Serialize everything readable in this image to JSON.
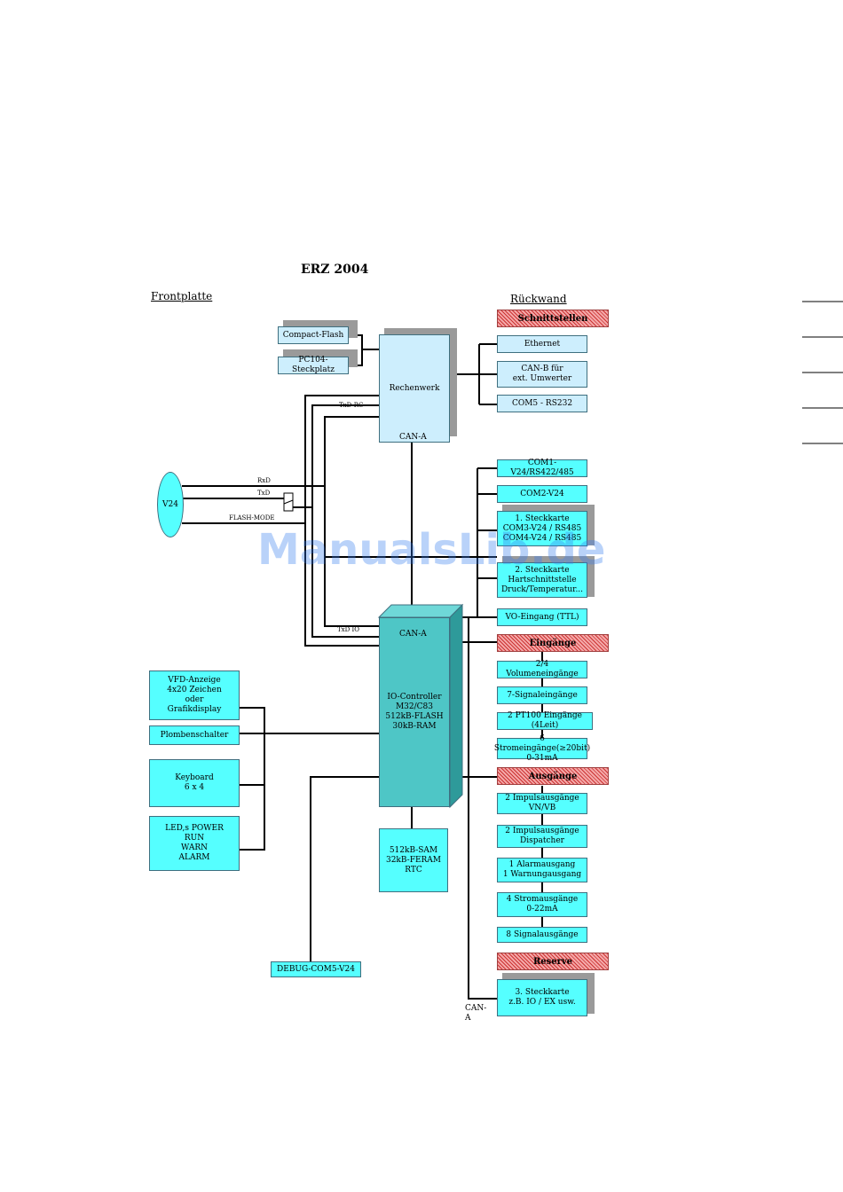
{
  "title": "ERZ 2004",
  "headers": {
    "front": "Frontplatte",
    "rear": "Rückwand"
  },
  "sections": {
    "interfaces": "Schnittstellen",
    "inputs": "Eingänge",
    "outputs": "Ausgänge",
    "reserve": "Reserve"
  },
  "blocks": {
    "compact_flash": "Compact-Flash",
    "pc104": "PC104-Steckplatz",
    "rechenwerk": "Rechenwerk",
    "rechenwerk_can": "CAN-A",
    "ethernet": "Ethernet",
    "can_b": "CAN-B für\next. Umwerter",
    "com5": "COM5 - RS232",
    "com1": "COM1-V24/RS422/485",
    "com2": "COM2-V24",
    "card1": "1. Steckkarte\nCOM3-V24 / RS485\nCOM4-V24 / RS485",
    "card2": "2. Steckkarte\nHartschnittstelle\nDruck/Temperatur...",
    "vo_input": "VO-Eingang (TTL)",
    "in_vol": "2/4 Volumeneingänge",
    "in_sig": "7-Signaleingänge",
    "in_pt100": "2 PT100 Eingänge (4Leit)",
    "in_strom": "6 Stromeingänge(≥20bit)\n0-31mA",
    "out_imp1": "2 Impulsausgänge\nVN/VB",
    "out_imp2": "2 Impulsausgänge\nDispatcher",
    "out_alarm": "1 Alarmausgang\n1 Warnungausgang",
    "out_strom": "4 Stromausgänge\n0-22mA",
    "out_sig": "8 Signalausgänge",
    "card3": "3. Steckkarte\nz.B. IO / EX usw.",
    "io_can": "CAN-A",
    "io_controller": "IO-Controller\nM32/C83\n512kB-FLASH\n30kB-RAM",
    "sram": "512kB-SAM\n32kB-FERAM\nRTC",
    "vfd": "VFD-Anzeige\n4x20 Zeichen\noder\nGrafikdisplay",
    "plomben": "Plombenschalter",
    "keyboard": "Keyboard\n6 x 4",
    "leds": "LED,s POWER\nRUN\nWARN\nALARM",
    "debug": "DEBUG-COM5-V24",
    "v24": "V24"
  },
  "signals": {
    "txd_rc": "TxD-RC",
    "rxd": "RxD",
    "txd": "TxD",
    "flash_mode": "FLASH-MODE",
    "txd_io": "TxD IO",
    "can_a_bottom": "CAN-\nA"
  },
  "watermark": "ManualsLib.de",
  "colors": {
    "light": "#cdeefd",
    "cyan": "#55ffff",
    "teal": "#4ec6c6",
    "hatch": "#f4a8a8"
  }
}
